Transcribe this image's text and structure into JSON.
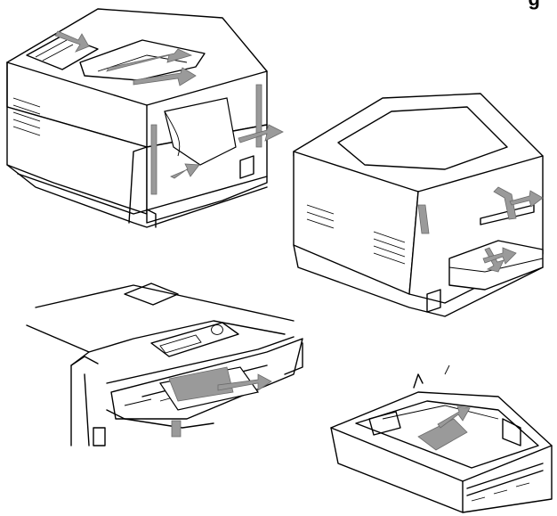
{
  "header": {
    "cropped_text": "g"
  },
  "illustrations": [
    {
      "id": "printer-front-view",
      "icon": "printer-paper-path-front"
    },
    {
      "id": "printer-rear-view",
      "icon": "printer-paper-path-rear"
    },
    {
      "id": "multipurpose-tray-view",
      "icon": "manual-feed-tray"
    },
    {
      "id": "paper-cassette-view",
      "icon": "paper-cassette-tray"
    }
  ],
  "colors": {
    "line": "#000000",
    "arrow": "#9a9a9a",
    "background": "#ffffff"
  }
}
